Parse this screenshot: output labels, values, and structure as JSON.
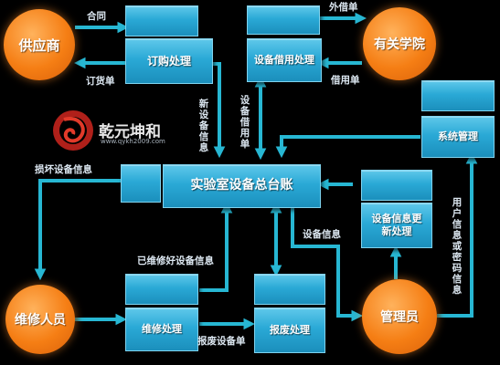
{
  "nodes": {
    "supplier": "供应商",
    "university": "有关学院",
    "maintainer": "维修人员",
    "admin": "管理员"
  },
  "boxes": {
    "purchase": "订购处理",
    "lending": "设备借用处理",
    "system_mgmt": "系统管理",
    "ledger": "实验室设备总台账",
    "info_update": "设备信息更新处理",
    "repair": "维修处理",
    "scrap": "报废处理"
  },
  "edges": {
    "contract": "合同",
    "order_form": "订货单",
    "borrow_out": "外借单",
    "borrow_form": "借用单",
    "new_equipment_info": "新设备信息",
    "equipment_borrow_form": "设备借用单",
    "damaged_info": "损坏设备信息",
    "repaired_info": "已维修好设备信息",
    "equipment_info": "设备信息",
    "user_password_info": "用户信息或密码信息",
    "scrap_form": "报废设备单"
  },
  "logo": {
    "name": "乾元坤和",
    "url": "www.qykh2009.com"
  },
  "colors": {
    "box": "#2aa9d6",
    "node": "#f57e14",
    "arrow": "#27b7d3",
    "background": "#000000"
  }
}
